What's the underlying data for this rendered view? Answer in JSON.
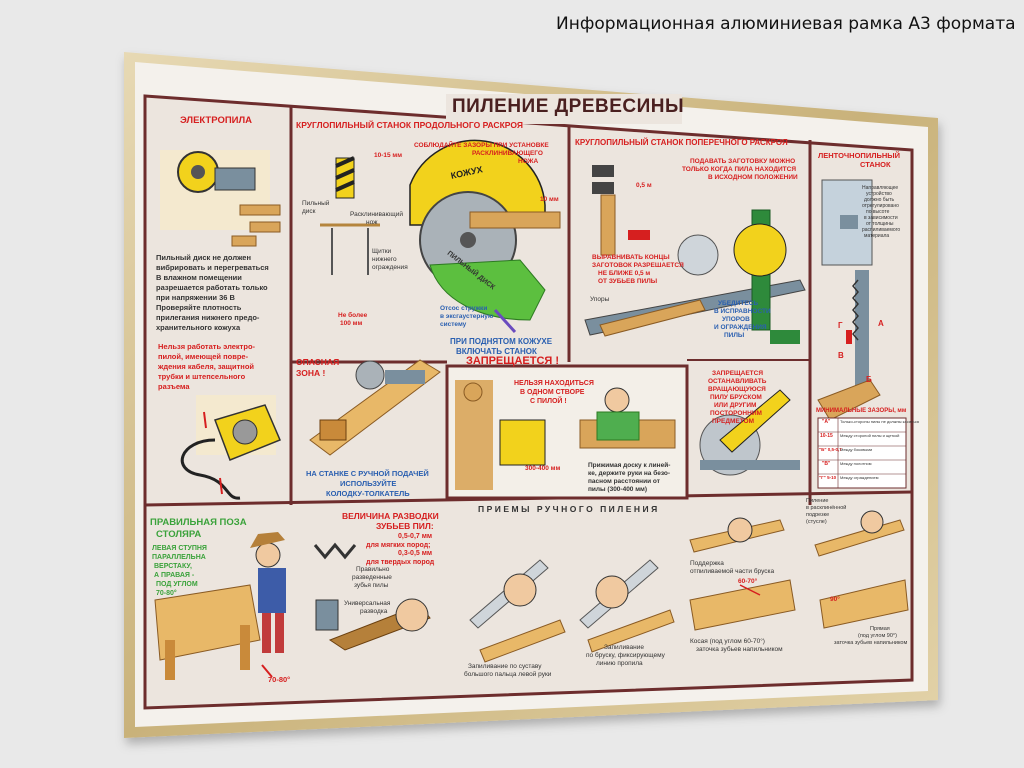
{
  "caption": "Информационная алюминиевая рамка А3 формата",
  "poster": {
    "title": "ПИЛЕНИЕ ДРЕВЕСИНЫ",
    "panels": {
      "electro": {
        "title": "ЭЛЕКТРОПИЛА",
        "rules": [
          "Пильный диск не должен",
          "вибрировать и перегреваться",
          "В влажном помещении",
          "разрешается работать только",
          "при напряжении 36 В",
          "Проверяйте плотность",
          "прилегания нижнего предо-",
          "хранительного кожуха"
        ],
        "warning": [
          "Нельзя работать электро-",
          "пилой, имеющей повре-",
          "ждения кабеля, защитной",
          "трубки и штепсельного",
          "разъема"
        ]
      },
      "longitudinal": {
        "title": "КРУГЛОПИЛЬНЫЙ СТАНОК ПРОДОЛЬНОГО РАСКРОЯ",
        "note": [
          "СОБЛЮДАЙТЕ ЗАЗОРЫ ПРИ УСТАНОВКЕ",
          "РАСКЛИНИВАЮЩЕГО",
          "НОЖА"
        ],
        "gap1": "10-15 мм",
        "gap2": "10 мм",
        "disc_label": [
          "Пильный",
          "диск"
        ],
        "knife_label": [
          "Расклинивающий",
          "нож"
        ],
        "shield_label": [
          "Щитки",
          "нижнего",
          "ограждения"
        ],
        "max_label": [
          "Не более",
          "100 мм"
        ],
        "casing": "КОЖУХ",
        "disc": "ПИЛЬНЫЙ ДИСК",
        "exhaust": [
          "Отсос стружки",
          "в эксгаустерную",
          "систему"
        ],
        "danger": [
          "ОПАСНАЯ",
          "ЗОНА !"
        ],
        "pusher": [
          "НА СТАНКЕ С РУЧНОЙ ПОДАЧЕЙ",
          "ИСПОЛЬЗУЙТЕ",
          "КОЛОДКУ-ТОЛКАТЕЛЬ"
        ],
        "raised": [
          "ПРИ ПОДНЯТОМ КОЖУХЕ",
          "ВКЛЮЧАТЬ СТАНОК"
        ],
        "forbidden": "ЗАПРЕЩАЕТСЯ !"
      },
      "line": {
        "note": [
          "НЕЛЬЗЯ НАХОДИТЬСЯ",
          "В ОДНОМ СТВОРЕ",
          "С ПИЛОЙ !"
        ],
        "dim": "300-400 мм",
        "push": [
          "Прижимая доску к линей-",
          "ке, держите руки на безо-",
          "пасном расстоянии от",
          "пилы (300-400 мм)"
        ]
      },
      "cross": {
        "title": "КРУГЛОПИЛЬНЫЙ СТАНОК ПОПЕРЕЧНОГО РАСКРОЯ",
        "note": [
          "ПОДАВАТЬ ЗАГОТОВКУ МОЖНО",
          "ТОЛЬКО КОГДА ПИЛА НАХОДИТСЯ",
          "В ИСХОДНОМ ПОЛОЖЕНИИ"
        ],
        "dim": "0,5 м",
        "align": [
          "ВЫРАВНИВАТЬ КОНЦЫ",
          "ЗАГОТОВОК РАЗРЕШАЕТСЯ",
          "НЕ БЛИЖЕ 0,5 м",
          "ОТ ЗУБЬЕВ ПИЛЫ"
        ],
        "stops": "Упоры",
        "check": [
          "УБЕДИТЕСЬ",
          "В ИСПРАВНОСТИ",
          "УПОРОВ",
          "И ОГРАЖДЕНИЯ",
          "ПИЛЫ"
        ],
        "ban": [
          "ЗАПРЕЩАЕТСЯ",
          "ОСТАНАВЛИВАТЬ",
          "ВРАЩАЮЩУЮСЯ",
          "ПИЛУ БРУСКОМ",
          "ИЛИ ДРУГИМ",
          "ПОСТОРОННИМ",
          "ПРЕДМЕТОМ"
        ]
      },
      "band": {
        "title": [
          "ЛЕНТОЧНОПИЛЬНЫЙ",
          "СТАНОК"
        ],
        "guide": [
          "Направляющее",
          "устройство",
          "должно быть",
          "отрегулировано",
          "по высоте",
          "в зависимости",
          "от толщины",
          "распиливаемого",
          "материала"
        ],
        "gaps_title": "МИНИМАЛЬНЫЕ ЗАЗОРЫ, мм",
        "letters": [
          "Г",
          "А",
          "В",
          "Б"
        ],
        "rows": [
          {
            "k": "\"А\"",
            "v": "Только-стороны пилы не должны касаться"
          },
          {
            "k": "10-15",
            "v": "Между стороной пилы и щеткой"
          },
          {
            "k": "\"Б\" 0,5-0,7",
            "v": "Между боковыми"
          },
          {
            "k": "\"В\"",
            "v": "Между полотном"
          },
          {
            "k": "\"Г\" 5-10",
            "v": "Между ограждением"
          }
        ]
      },
      "pose": {
        "title": [
          "ПРАВИЛЬНАЯ ПОЗА",
          "СТОЛЯРА"
        ],
        "text": [
          "ЛЕВАЯ СТУПНЯ",
          "ПАРАЛЛЕЛЬНА",
          "ВЕРСТАКУ,",
          "А ПРАВАЯ -",
          "ПОД УГЛОМ",
          "70-80°"
        ],
        "angle": "70-80°"
      },
      "teeth": {
        "title": [
          "ВЕЛИЧИНА РАЗВОДКИ",
          "ЗУБЬЕВ ПИЛ:"
        ],
        "v1": "0,5-0,7 мм",
        "v1l": "для мягких пород;",
        "v2": "0,3-0,5 мм",
        "v2l": "для твердых пород",
        "correct": [
          "Правильно",
          "разведенные",
          "зубья пилы"
        ],
        "universal": [
          "Универсальная",
          "разводка"
        ]
      },
      "manual": {
        "title": "ПРИЕМЫ РУЧНОГО ПИЛЕНИЯ",
        "c1": [
          "Запиливание по суставу",
          "большого пальца левой руки"
        ],
        "c2": [
          "Запиливание",
          "по бруску, фиксирующему",
          "линию пропила"
        ],
        "c3": [
          "Поддержка",
          "отпиливаемой части бруска"
        ],
        "angle": "60-70°",
        "c4": [
          "Косая (под углом 60-70°)",
          "заточка зубьев напильником"
        ],
        "c5": [
          "Пиление",
          "в расклинённой",
          "подрезке",
          "(стусле)"
        ],
        "angle2": "90°",
        "c6": [
          "Прямая",
          "(под углом 90°)",
          "заточка зубьев напильником"
        ]
      }
    }
  }
}
